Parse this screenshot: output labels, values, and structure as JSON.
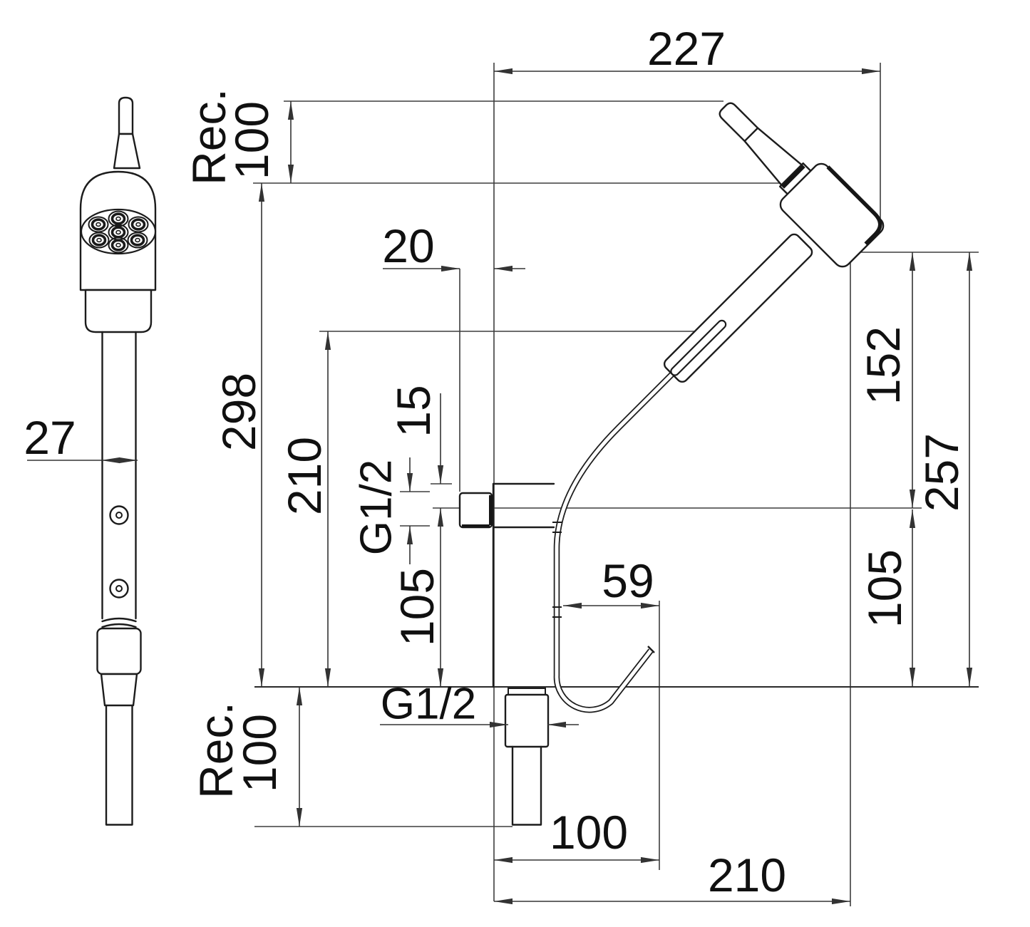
{
  "drawing": {
    "title": "hand-shower-with-holder-dimension-drawing",
    "colors": {
      "outline": "#1c1c1c",
      "dimension_lines": "#333333",
      "background": "#ffffff"
    }
  },
  "dimensions": {
    "front_view": {
      "handle_width": "27"
    },
    "side_view": {
      "top_width": "227",
      "recess_top_label": "Rec.",
      "recess_top_value": "100",
      "wall_offset": "20",
      "total_height": "298",
      "height_to_inlet": "210",
      "inlet_offset": "15",
      "inlet_thread": "G1/2",
      "inlet_to_deck": "105",
      "hook_depth": "59",
      "head_to_centre": "152",
      "centre_to_deck": "105",
      "head_to_deck": "257",
      "recess_bottom_label": "Rec.",
      "recess_bottom_value": "100",
      "outlet_thread": "G1/2",
      "hook_reach": "100",
      "max_reach": "210"
    }
  }
}
